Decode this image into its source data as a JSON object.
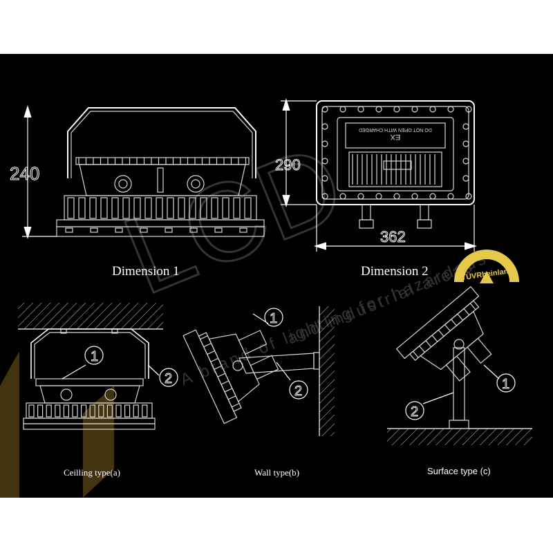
{
  "dimension_1": {
    "caption": "Dimension 1",
    "height_label": "240"
  },
  "dimension_2": {
    "caption": "Dimension 2",
    "height_label": "290",
    "width_label": "362",
    "plate_text_1": "DO NOT OPEN WITH CHARGED",
    "plate_text_2": "EX"
  },
  "installation": {
    "ceiling": {
      "caption": "Ceilling type(a)",
      "callouts": [
        "1",
        "2"
      ]
    },
    "wall": {
      "caption": "Wall type(b)",
      "callouts": [
        "1",
        "2"
      ]
    },
    "surface": {
      "caption": "Surface type (c)",
      "callouts": [
        "1",
        "2"
      ]
    }
  },
  "certification": {
    "badge_text": "TÜVRheinlan"
  },
  "watermark": {
    "logo": "LCD",
    "line_1": "A brand of lighting for hazardous",
    "line_2": "and industrial areas"
  },
  "colors": {
    "background": "#000000",
    "frame": "#ffffff",
    "lines": "#d9d9d9",
    "badge": "#e6c84a",
    "watermark": "#3a3a3a",
    "watermark_accent": "#4a3a10"
  }
}
